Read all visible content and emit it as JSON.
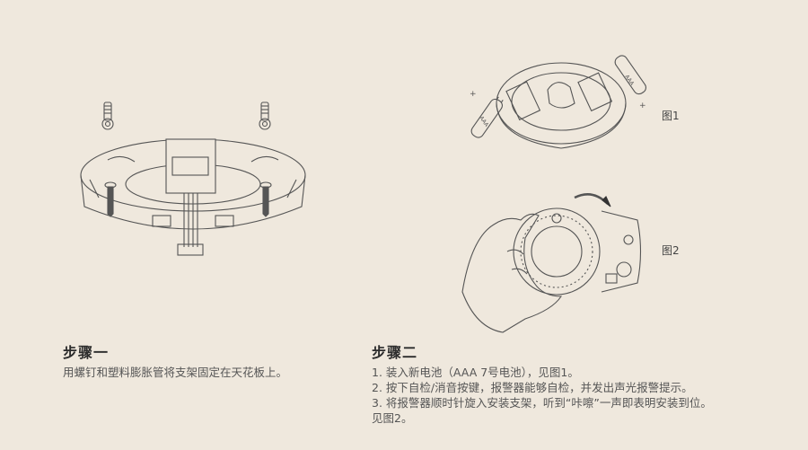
{
  "figures": {
    "fig1_label": "图1",
    "fig2_label": "图2"
  },
  "step1": {
    "title": "步骤一",
    "text": "用螺钉和塑料膨胀管将支架固定在天花板上。"
  },
  "step2": {
    "title": "步骤二",
    "lines": [
      "1. 装入新电池（AAA 7号电池），见图1。",
      "2. 按下自检/消音按键，报警器能够自检，并发出声光报警提示。",
      "3. 将报警器顺时针旋入安装支架，听到“咔嚓”一声即表明安装到位。",
      "见图2。"
    ]
  },
  "battery_label": "AAA"
}
